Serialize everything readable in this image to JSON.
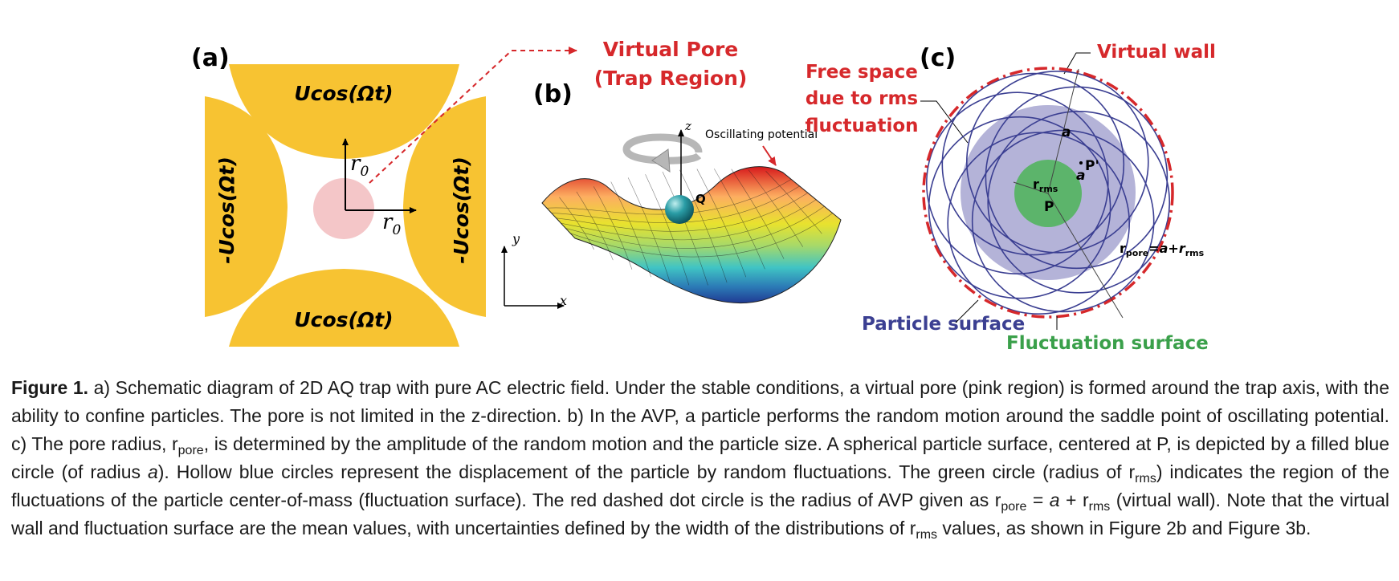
{
  "panel_a": {
    "label": "(a)",
    "top_electrode": "Ucos(Ωt)",
    "bottom_electrode": "Ucos(Ωt)",
    "left_electrode": "-Ucos(Ωt)",
    "right_electrode": "-Ucos(Ωt)",
    "r0_vertical": "r",
    "r0_vertical_sub": "0",
    "r0_horizontal": "r",
    "r0_horizontal_sub": "0",
    "colors": {
      "electrode": "#f7c332",
      "pore": "#f4c6c8"
    }
  },
  "panel_b": {
    "label": "(b)",
    "title_line1": "Virtual Pore",
    "title_line2": "(Trap Region)",
    "potential_label": "Oscillating potential",
    "particle_label": "Q",
    "axis_z": "z",
    "axis_x": "x",
    "axis_y": "y"
  },
  "panel_c": {
    "label": "(c)",
    "virtual_wall": "Virtual wall",
    "free_space_line1": "Free space",
    "free_space_line2": "due to rms",
    "free_space_line3": "fluctuation",
    "a_label_1": "a",
    "a_label_2": "a",
    "p_prime": "P'",
    "p": "P",
    "rrms": "r",
    "rrms_sub": "rms",
    "rpore": "r",
    "rpore_sub": "pore",
    "rpore_eq": "=a+r",
    "rpore_eq_sub": "rms",
    "particle_surface": "Particle surface",
    "fluctuation_surface": "Fluctuation surface",
    "colors": {
      "wall": "#d6282b",
      "particle": "#3b3f92",
      "fluct": "#5cb46b",
      "disk": "#b4b3d8"
    }
  },
  "caption": {
    "label": "Figure 1.",
    "t1": " a) Schematic diagram of 2D AQ trap with pure AC electric field. Under the stable conditions, a virtual pore (pink region) is formed around the trap axis, with the ability to confine particles. The pore is not limited in the z-direction. b) In the AVP, a particle performs the random motion around the saddle point of oscillating potential. c) The pore radius, r",
    "s1": "pore",
    "t2": ", is determined by the amplitude of the random motion and the particle size. A spherical particle surface, centered at P, is depicted by a filled blue circle (of radius ",
    "i1": "a",
    "t3": "). Hollow blue circles represent the displacement of the particle by random fluctuations. The green circle (radius of r",
    "s2": "rms",
    "t4": ") indicates the region of the fluctuations of the particle center-of-mass (fluctuation surface). The red dashed dot circle is the radius of AVP given as r",
    "s3": "pore",
    "t5": " = ",
    "i2": "a",
    "t6": " + r",
    "s4": "rms",
    "t7": " (virtual wall). Note that the virtual wall and fluctuation surface are the mean values, with uncertainties defined by the width of the distributions of r",
    "s5": "rms",
    "t8": " values, as shown in Figure 2b and Figure 3b."
  }
}
